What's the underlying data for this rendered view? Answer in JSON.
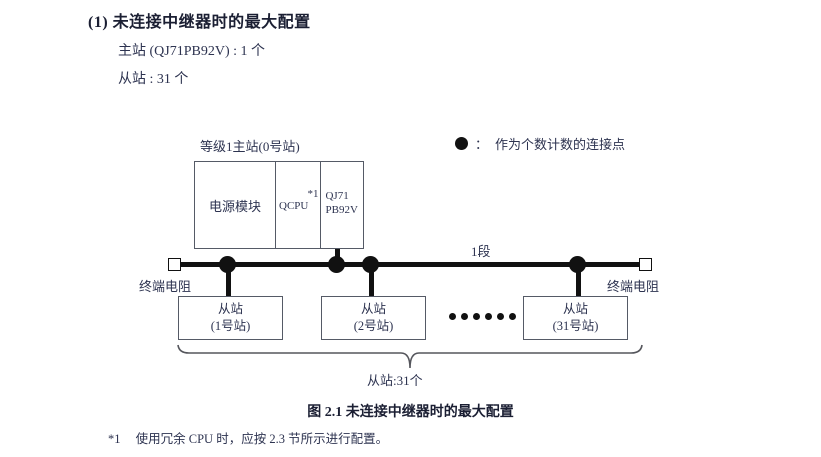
{
  "heading": {
    "title": "(1) 未连接中继器时的最大配置",
    "master_line": "主站 (QJ71PB92V) : 1 个",
    "slave_line": "从站 : 31 个"
  },
  "legend": {
    "icon": "filled-circle",
    "separator": "：",
    "text": "作为个数计数的连接点"
  },
  "diagram": {
    "master_station_label": "等级1主站(0号站)",
    "rack": {
      "power_module": "电源模块",
      "cpu": "QCPU",
      "cpu_footnote_mark": "*1",
      "network_module_line1": "QJ71",
      "network_module_line2": "PB92V"
    },
    "segment_label": "1段",
    "terminator_left": "终端电阻",
    "terminator_right": "终端电阻",
    "slaves": [
      {
        "name": "从站",
        "station": "(1号站)"
      },
      {
        "name": "从站",
        "station": "(2号站)"
      },
      {
        "name": "从站",
        "station": "(31号站)"
      }
    ],
    "ellipsis_count": 6,
    "brace_label": "从站:31个"
  },
  "caption": "图 2.1  未连接中继器时的最大配置",
  "footnote": {
    "mark": "*1",
    "text": "使用冗余 CPU 时，应按 2.3 节所示进行配置。"
  },
  "colors": {
    "line": "#111111",
    "box_border": "#555a66",
    "text": "#2d3350",
    "heading": "#1b1f33",
    "background": "#ffffff"
  }
}
